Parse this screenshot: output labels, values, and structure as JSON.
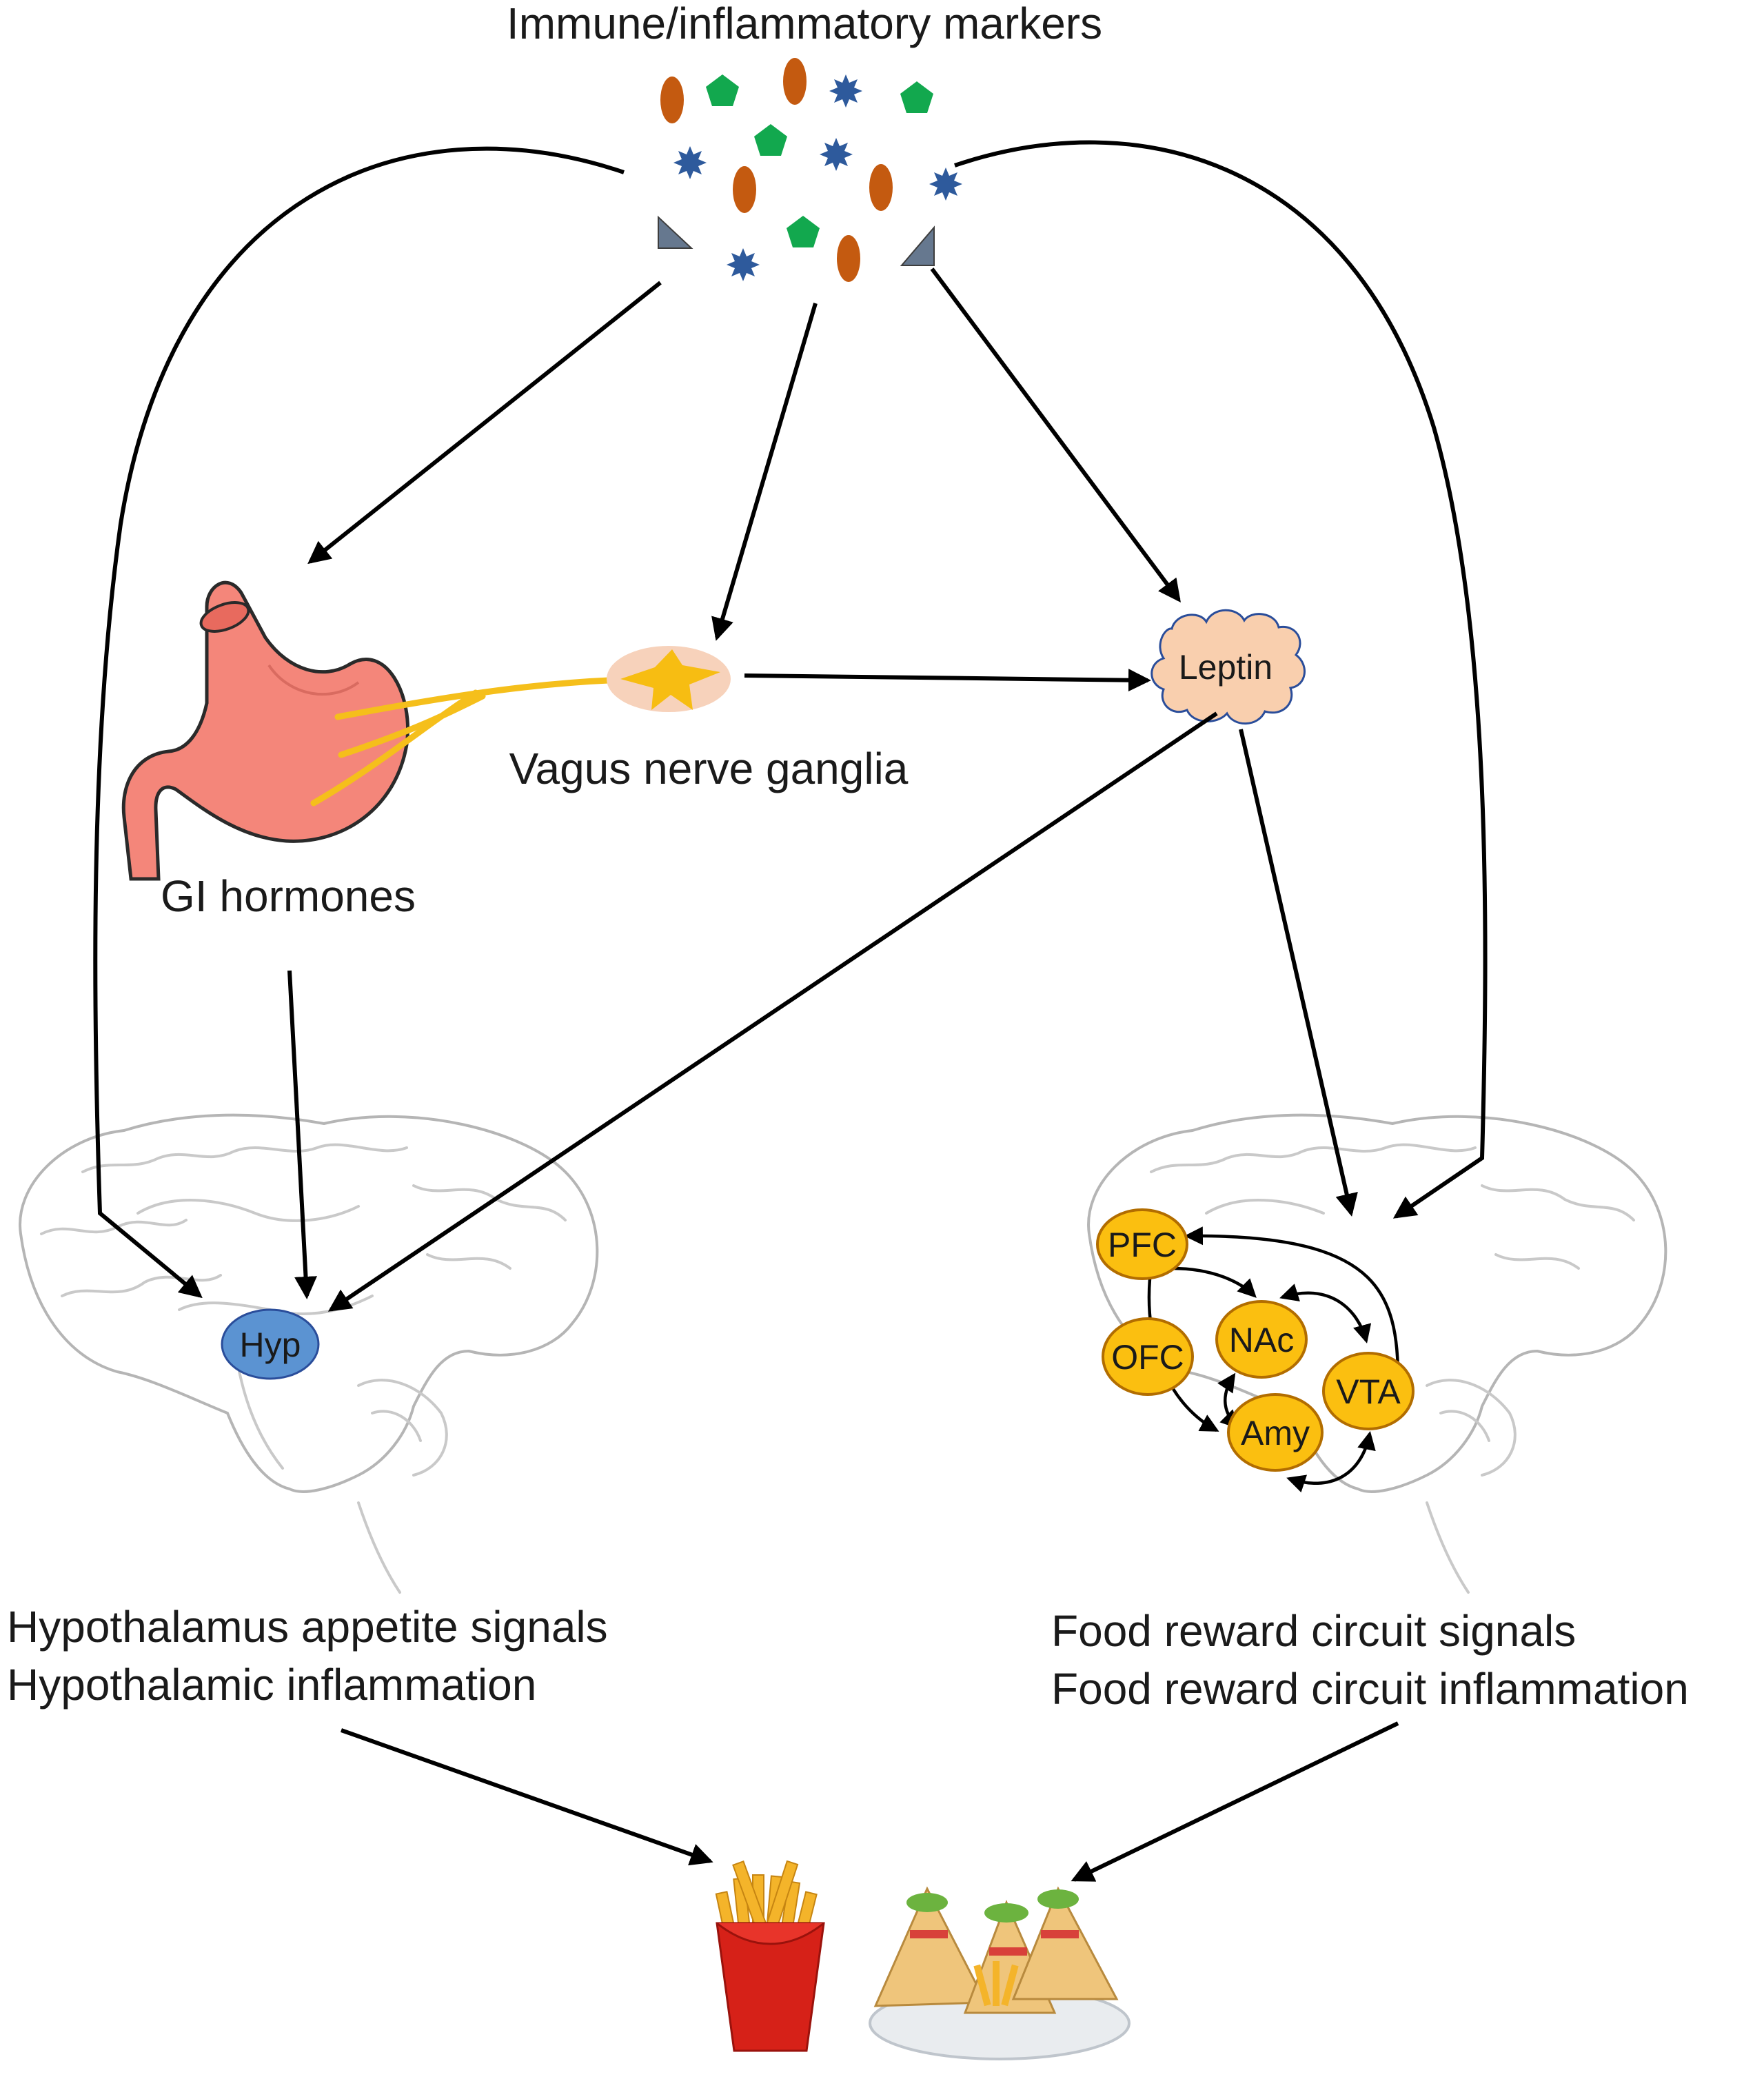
{
  "labels": {
    "immune": "Immune/inflammatory markers",
    "vagus": "Vagus nerve ganglia",
    "gi": "GI hormones",
    "leptin": "Leptin",
    "hyp_signals": "Hypothalamus appetite signals",
    "hyp_inflammation": "Hypothalamic inflammation",
    "reward_signals": "Food reward circuit signals",
    "reward_inflammation": "Food reward circuit inflammation"
  },
  "nodes": {
    "hyp": "Hyp",
    "pfc": "PFC",
    "ofc": "OFC",
    "nac": "NAc",
    "vta": "VTA",
    "amy": "Amy"
  },
  "icons": [
    "immune-markers-cluster-icon",
    "stomach-icon",
    "vagus-ganglion-icon",
    "leptin-cloud-icon",
    "brain-left-icon",
    "brain-right-icon",
    "fries-icon",
    "sandwich-icon"
  ],
  "colors": {
    "marker_orange": "#c45a10",
    "marker_green": "#12a84e",
    "marker_blue": "#2e5a9c",
    "marker_triangle": "#66788f",
    "stomach": "#f4867a",
    "vagus_fiber": "#f5bf1b",
    "leptin_cloud": "#f9cfae",
    "hyp_node": "#5b93d2",
    "reward_node": "#fbbf10",
    "fries_box": "#d62118",
    "fries": "#f4b42a"
  }
}
